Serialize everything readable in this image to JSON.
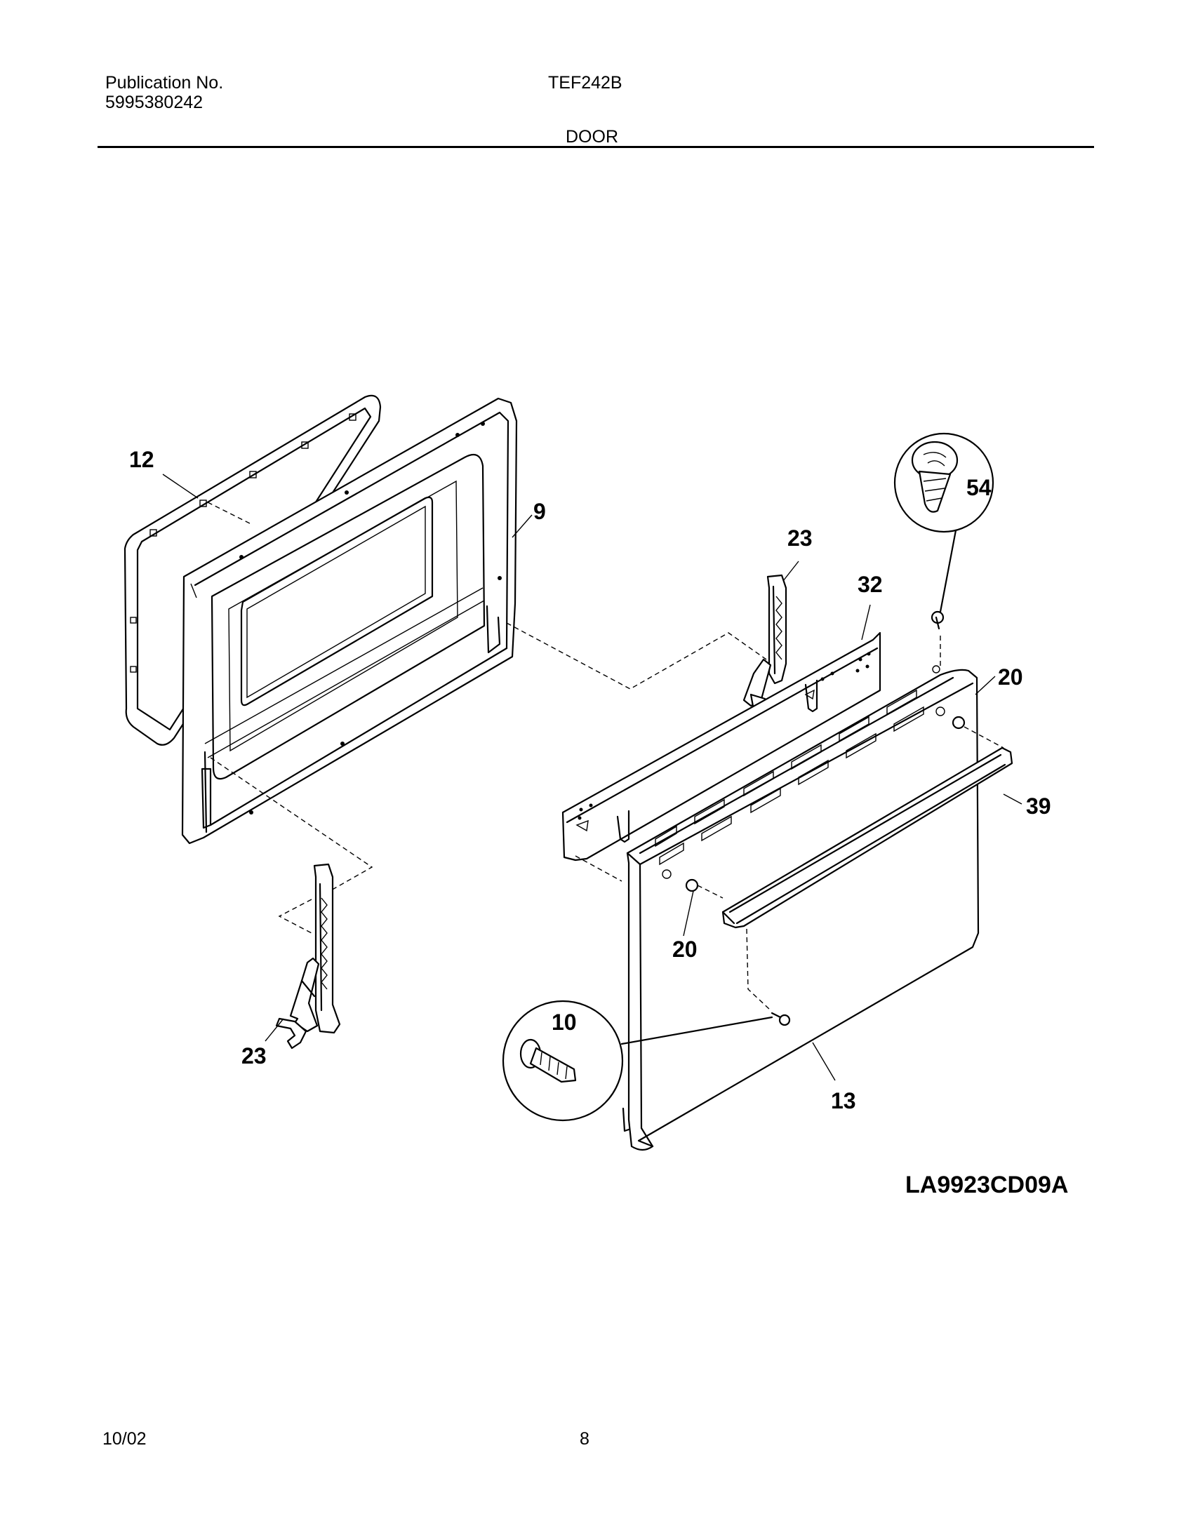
{
  "header": {
    "publication_label": "Publication No.",
    "publication_number": "5995380242",
    "model": "TEF242B",
    "section_title": "DOOR"
  },
  "diagram": {
    "drawing_code": "LA9923CD09A",
    "callouts": {
      "gasket": "12",
      "inner_door": "9",
      "hinge_right": "23",
      "shield": "32",
      "screw_top": "54",
      "spacer_top": "20",
      "handle": "39",
      "spacer_bottom": "20",
      "hinge_left": "23",
      "screw_bottom": "10",
      "outer_door": "13"
    }
  },
  "footer": {
    "date": "10/02",
    "page_number": "8"
  }
}
